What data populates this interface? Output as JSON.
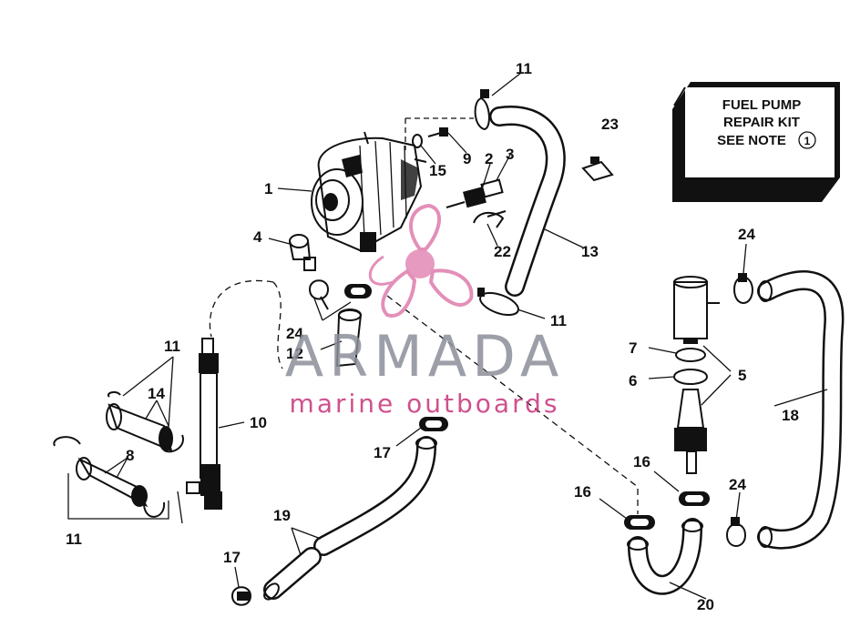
{
  "kit_box": {
    "line1": "FUEL PUMP",
    "line2": "REPAIR KIT",
    "line3": "SEE NOTE",
    "note_ref": "1"
  },
  "callouts": {
    "c1": "1",
    "c2": "2",
    "c3": "3",
    "c4": "4",
    "c5": "5",
    "c6": "6",
    "c7": "7",
    "c8": "8",
    "c9": "9",
    "c10": "10",
    "c11a": "11",
    "c11b": "11",
    "c11c": "11",
    "c11d": "11",
    "c12": "12",
    "c13": "13",
    "c14": "14",
    "c15": "15",
    "c16a": "16",
    "c16b": "16",
    "c17a": "17",
    "c17b": "17",
    "c18": "18",
    "c19": "19",
    "c20": "20",
    "c22": "22",
    "c23": "23",
    "c24a": "24",
    "c24b": "24",
    "c24c": "24"
  },
  "watermark": {
    "brand": "ARMADA",
    "tagline": "marine outboards",
    "colors": {
      "text": "#8c8f99",
      "accent": "#c7337a",
      "propeller": "#e38fb8"
    }
  }
}
